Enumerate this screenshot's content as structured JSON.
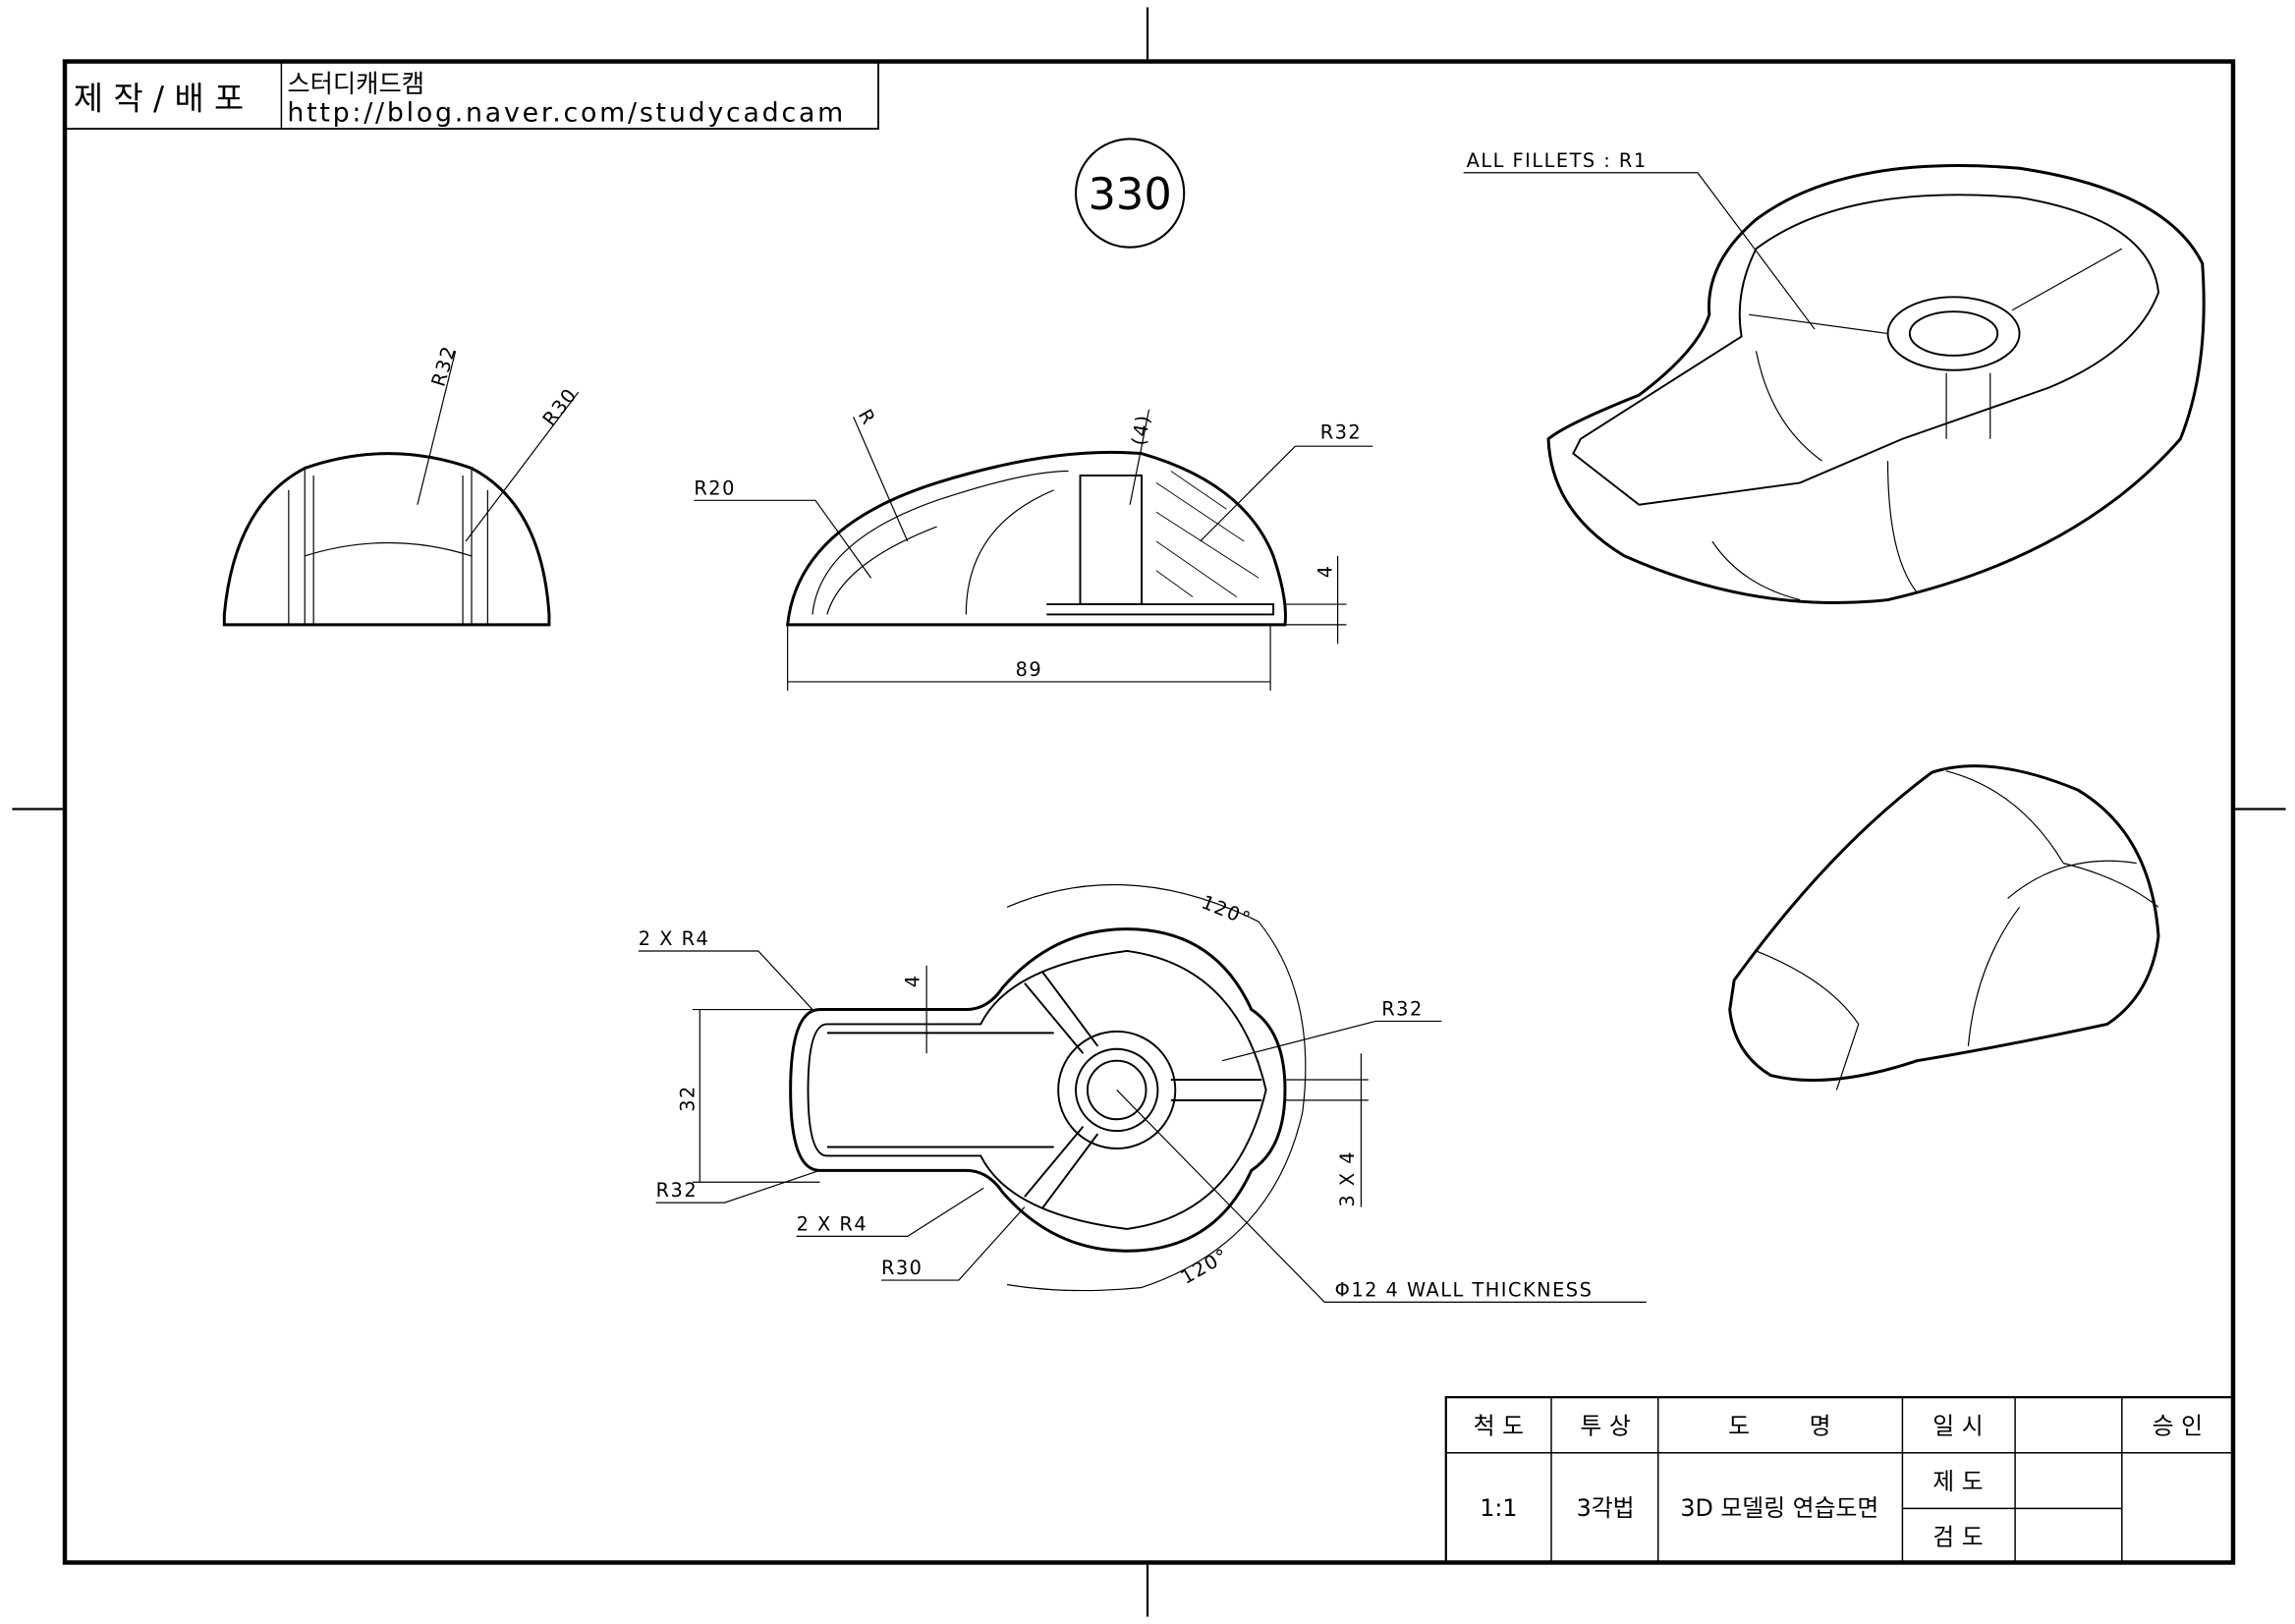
{
  "header": {
    "label": "제 작 / 배 포",
    "author": "스터디캐드캠",
    "url": "http://blog.naver.com/studycadcam"
  },
  "drawing_number": "330",
  "side_view": {
    "dims": [
      "R32",
      "R30"
    ]
  },
  "front_view": {
    "dims": [
      "R",
      "R20",
      "(4)",
      "R32",
      "4",
      "89"
    ]
  },
  "iso_note": "ALL FILLETS : R1",
  "top_view": {
    "dims": [
      "120°",
      "2 X R4",
      "4",
      "R32",
      "32",
      "R32",
      "2 X R4",
      "R30",
      "120°",
      "3 X 4"
    ],
    "note": "Φ12  4 WALL THICKNESS"
  },
  "title_block": {
    "scale_label": "척 도",
    "projection_label": "투 상",
    "title_label": "도        명",
    "date_label": "일 시",
    "approval_label": "승 인",
    "scale": "1:1",
    "projection": "3각법",
    "title": "3D 모델링 연습도면",
    "drawn_label": "제 도",
    "checked_label": "검 도"
  }
}
